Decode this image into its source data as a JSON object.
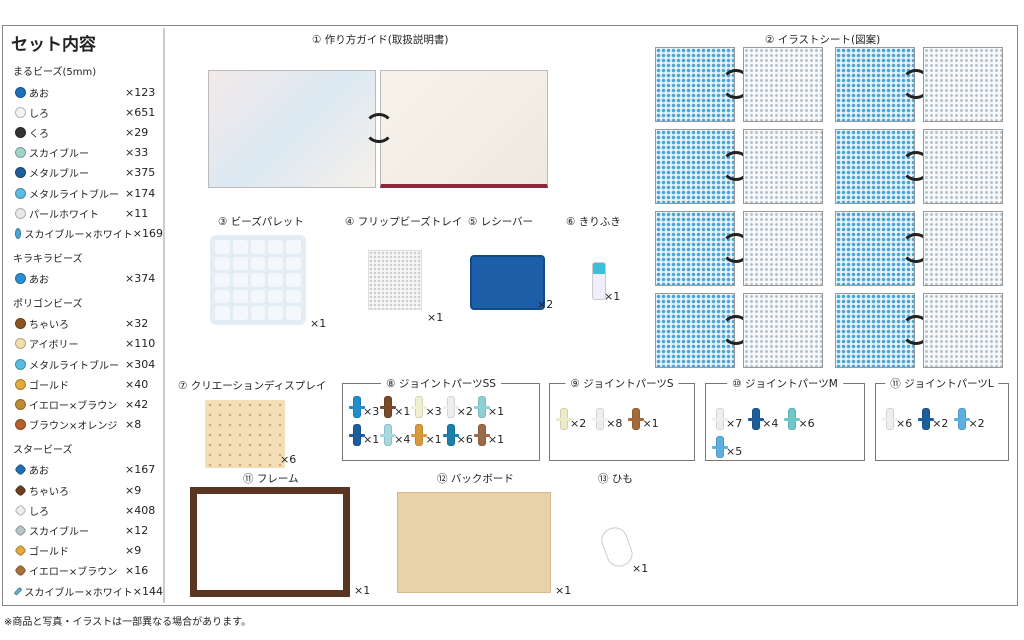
{
  "sidebar": {
    "title": "セット内容",
    "groups": [
      {
        "name": "まるビーズ(5mm)",
        "shape": "round",
        "items": [
          {
            "label": "あお",
            "count": "×123",
            "color": "#1e6fb5"
          },
          {
            "label": "しろ",
            "count": "×651",
            "color": "#f2f2f2"
          },
          {
            "label": "くろ",
            "count": "×29",
            "color": "#333333"
          },
          {
            "label": "スカイブルー",
            "count": "×33",
            "color": "#9fd3c8"
          },
          {
            "label": "メタルブルー",
            "count": "×375",
            "color": "#1d5e9a"
          },
          {
            "label": "メタルライトブルー",
            "count": "×174",
            "color": "#5bbbe0"
          },
          {
            "label": "パールホワイト",
            "count": "×11",
            "color": "#e8e8e8"
          },
          {
            "label": "スカイブルー×ホワイト",
            "count": "×169",
            "color": "#4aa6d6"
          }
        ]
      },
      {
        "name": "キラキラビーズ",
        "shape": "round",
        "items": [
          {
            "label": "あお",
            "count": "×374",
            "color": "#2a8fd0"
          }
        ]
      },
      {
        "name": "ポリゴンビーズ",
        "shape": "round",
        "items": [
          {
            "label": "ちゃいろ",
            "count": "×32",
            "color": "#8a5420"
          },
          {
            "label": "アイボリー",
            "count": "×110",
            "color": "#f1dfaa"
          },
          {
            "label": "メタルライトブルー",
            "count": "×304",
            "color": "#5bbbe0"
          },
          {
            "label": "ゴールド",
            "count": "×40",
            "color": "#e2a93c"
          },
          {
            "label": "イエロー×ブラウン",
            "count": "×42",
            "color": "#c18a3a"
          },
          {
            "label": "ブラウン×オレンジ",
            "count": "×8",
            "color": "#b5602a"
          }
        ]
      },
      {
        "name": "スタービーズ",
        "shape": "star",
        "items": [
          {
            "label": "あお",
            "count": "×167",
            "color": "#1e6fb5"
          },
          {
            "label": "ちゃいろ",
            "count": "×9",
            "color": "#6e3f1e"
          },
          {
            "label": "しろ",
            "count": "×408",
            "color": "#eeeeee"
          },
          {
            "label": "スカイブルー",
            "count": "×12",
            "color": "#b8c6c8"
          },
          {
            "label": "ゴールド",
            "count": "×9",
            "color": "#e2a93c"
          },
          {
            "label": "イエロー×ブラウン",
            "count": "×16",
            "color": "#a8713a"
          },
          {
            "label": "スカイブルー×ホワイト",
            "count": "×144",
            "color": "#6aaed0"
          }
        ]
      }
    ]
  },
  "items": {
    "guide": {
      "title": "① 作り方ガイド(取扱説明書)"
    },
    "sheets": {
      "title": "② イラストシート(図案)"
    },
    "palette": {
      "title": "③ ビーズパレット",
      "count": "×1"
    },
    "tray": {
      "title": "④ フリップビーズトレイ",
      "count": "×1"
    },
    "receiver": {
      "title": "⑤ レシーバー",
      "count": "×2"
    },
    "spray": {
      "title": "⑥ きりふき",
      "count": "×1"
    },
    "display": {
      "title": "⑦ クリエーションディスプレイ",
      "count": "×6"
    },
    "frame": {
      "title": "⑪ フレーム",
      "count": "×1"
    },
    "backboard": {
      "title": "⑫ バックボード",
      "count": "×1"
    },
    "string": {
      "title": "⑬ ひも",
      "count": "×1"
    }
  },
  "joints": [
    {
      "title": "⑧ ジョイントパーツSS",
      "parts": [
        {
          "color": "#1e8fc8",
          "count": "×3"
        },
        {
          "color": "#7a4a2a",
          "count": "×1"
        },
        {
          "color": "#eef0cf",
          "count": "×3"
        },
        {
          "color": "#eeeeee",
          "count": "×2"
        },
        {
          "color": "#8fd0d6",
          "count": "×1"
        },
        {
          "color": "#1d5e9a",
          "count": "×1"
        },
        {
          "color": "#a8d8e0",
          "count": "×4"
        },
        {
          "color": "#d89a3a",
          "count": "×1"
        },
        {
          "color": "#1b7fa8",
          "count": "×6"
        },
        {
          "color": "#9a6a4a",
          "count": "×1"
        }
      ]
    },
    {
      "title": "⑨ ジョイントパーツS",
      "parts": [
        {
          "color": "#ecebc8",
          "count": "×2"
        },
        {
          "color": "#eeeeee",
          "count": "×8"
        },
        {
          "color": "#a56a3a",
          "count": "×1"
        }
      ]
    },
    {
      "title": "⑩ ジョイントパーツM",
      "parts": [
        {
          "color": "#eeeeee",
          "count": "×7"
        },
        {
          "color": "#1d5e9a",
          "count": "×4"
        },
        {
          "color": "#6ec8c8",
          "count": "×6"
        },
        {
          "color": "#5bb0e0",
          "count": "×5"
        }
      ]
    },
    {
      "title": "⑪ ジョイントパーツL",
      "parts": [
        {
          "color": "#eeeeee",
          "count": "×6"
        },
        {
          "color": "#1d5e9a",
          "count": "×2"
        },
        {
          "color": "#5bb0e0",
          "count": "×2"
        }
      ]
    }
  ],
  "footnote": "※商品と写真・イラストは一部異なる場合があります。"
}
